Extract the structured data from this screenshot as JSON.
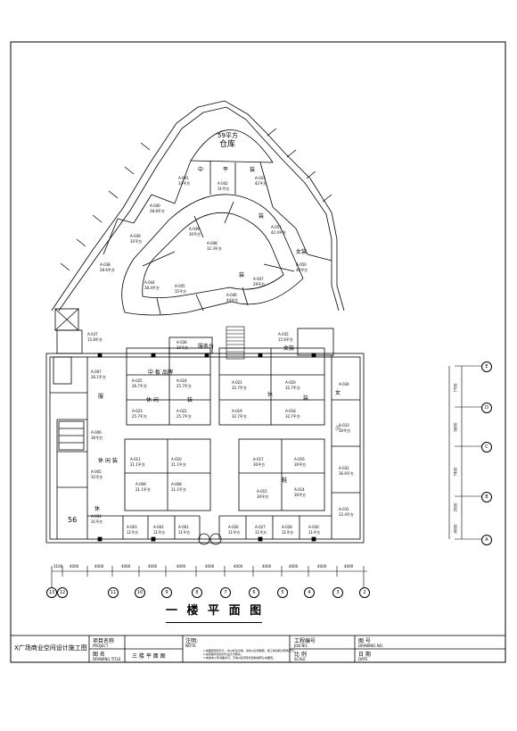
{
  "plan": {
    "title": "一 楼 平 面 图",
    "storage": {
      "area": "59平方",
      "label": "仓库"
    },
    "units": [
      {
        "id": "A-041",
        "area": "33平方"
      },
      {
        "id": "A-042",
        "area": "31平方"
      },
      {
        "id": "A-043",
        "area": "42平方"
      },
      {
        "id": "A-040",
        "area": "28.8平方"
      },
      {
        "id": "A-039",
        "area": "35平方"
      },
      {
        "id": "A-049",
        "area": "30平方"
      },
      {
        "id": "A-048",
        "area": "32.3平方"
      },
      {
        "id": "A-051",
        "area": "42.4平方"
      },
      {
        "id": "A-038",
        "area": "28.6平方"
      },
      {
        "id": "A-050",
        "area": "40平方"
      },
      {
        "id": "A-044",
        "area": "38.4平方"
      },
      {
        "id": "A-045",
        "area": "35平方"
      },
      {
        "id": "A-046",
        "area": "44平方"
      },
      {
        "id": "A-047",
        "area": "29平方"
      },
      {
        "id": "A-037",
        "area": "15.8平方"
      },
      {
        "id": "A-036",
        "area": "20平方"
      },
      {
        "id": "A-035",
        "area": "15.6平方"
      },
      {
        "id": "A-007",
        "area": "26.1平方"
      },
      {
        "id": "A-025",
        "area": "26.7平方"
      },
      {
        "id": "A-024",
        "area": "25.7平方"
      },
      {
        "id": "A-021",
        "area": "32.7平方"
      },
      {
        "id": "A-020",
        "area": "32.7平方"
      },
      {
        "id": "A-034",
        "area": ""
      },
      {
        "id": "A-023",
        "area": "25.7平方"
      },
      {
        "id": "A-022",
        "area": "25.7平方"
      },
      {
        "id": "A-019",
        "area": "32.7平方"
      },
      {
        "id": "A-018",
        "area": "32.7平方"
      },
      {
        "id": "A-006",
        "area": "36平方"
      },
      {
        "id": "A-033",
        "area": "30平方"
      },
      {
        "id": "A-011",
        "area": "21.1平方"
      },
      {
        "id": "A-010",
        "area": "21.1平方"
      },
      {
        "id": "A-017",
        "area": "30平方"
      },
      {
        "id": "A-016",
        "area": "30平方"
      },
      {
        "id": "A-005",
        "area": "32平方"
      },
      {
        "id": "A-032",
        "area": "36.6平方"
      },
      {
        "id": "A-009",
        "area": "21.1平方"
      },
      {
        "id": "A-008",
        "area": "21.1平方"
      },
      {
        "id": "A-015",
        "area": "30平方"
      },
      {
        "id": "A-014",
        "area": "30平方"
      },
      {
        "id": "A-004",
        "area": "31平方"
      },
      {
        "id": "A-031",
        "area": "22.4平方"
      },
      {
        "id": "A-003",
        "area": "11平方"
      },
      {
        "id": "A-002",
        "area": "11平方"
      },
      {
        "id": "A-001",
        "area": "11平方"
      },
      {
        "id": "A-026",
        "area": "11平方"
      },
      {
        "id": "A-027",
        "area": "11平方"
      },
      {
        "id": "A-028",
        "area": "11平方"
      },
      {
        "id": "A-030",
        "area": "11平方"
      }
    ],
    "labels": {
      "service_desk": "服务台",
      "room_56": "56",
      "zone_1": "中",
      "zone_2": "平",
      "zone_3": "装",
      "zone_4": "中 板 品牌",
      "zone_5": "休 闲",
      "zone_6": "装",
      "zone_7": "服",
      "zone_8": "休",
      "zone_9": "装",
      "zone_10": "休 闲 装",
      "zone_11": "女",
      "zone_12": "少",
      "zone_13": "女装",
      "zone_14": "女装",
      "zone_15": "装",
      "zone_16": "装",
      "zone_17": "鞋",
      "zone_18": "休"
    },
    "grid_axes": [
      "13",
      "12",
      "11",
      "10",
      "9",
      "8",
      "7",
      "6",
      "5",
      "4",
      "3",
      "2"
    ],
    "grid_dims": [
      "3100",
      "4000",
      "4000",
      "4000",
      "4000",
      "4000",
      "4000",
      "4000",
      "4000",
      "4000",
      "4000",
      "4000"
    ],
    "side_axes": [
      "E",
      "D",
      "C",
      "B",
      "A"
    ],
    "side_dims": [
      "7700",
      "5600",
      "7400",
      "3500",
      "4000"
    ]
  },
  "title_block": {
    "company": "X广场商业空间设计施工图",
    "project_name_label": "项目名称",
    "project_name_sub": "PROJECT",
    "drawing_name_label": "图  名",
    "drawing_name_sub": "DRAWING TITLE",
    "drawing_name_value": "三 楼 平 面 图",
    "notes_label": "注明:",
    "notes_sub": "NOTE:",
    "notes_line1": "1.本图纸所有尺寸，均以标注为准，请勿以比例量取，施工前请核对现场尺寸。",
    "notes_line2": "2.如有疑问请及时与设计方联系。",
    "notes_line3": "3.未经本公司书面许可，不得以任何形式复制或转让本图纸。",
    "job_no_label": "工程编号",
    "job_no_sub": "JOB NO.",
    "scale_label": "比  例",
    "scale_sub": "SCALE",
    "drawing_no_label": "图   号",
    "drawing_no_sub": "DRAWING NO.",
    "date_label": "日  期",
    "date_sub": "DATE"
  }
}
